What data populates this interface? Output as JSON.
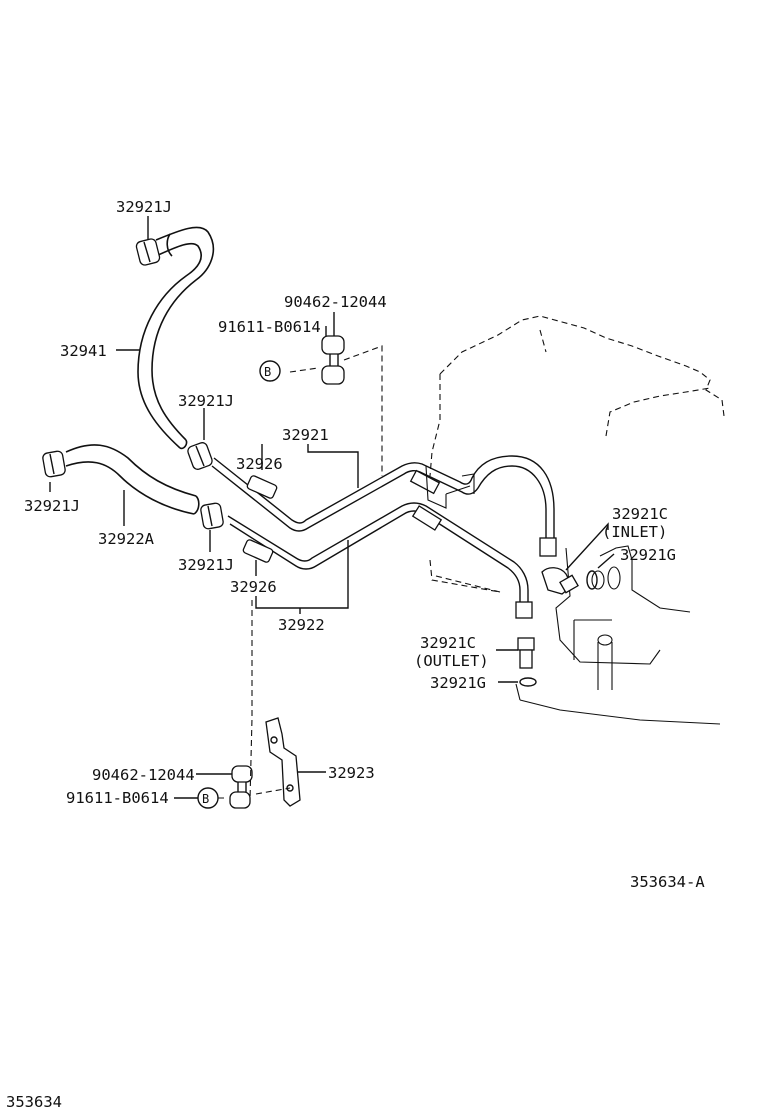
{
  "diagram_code": "353634-A",
  "page_code": "353634",
  "labels": {
    "j_top": "32921J",
    "hose_32941": "32941",
    "j_mid": "32921J",
    "j_left": "32921J",
    "hose_32922a": "32922A",
    "j_lower": "32921J",
    "pipe_32921": "32921",
    "sleeve_upper": "32926",
    "sleeve_lower": "32926",
    "pipe_32922": "32922",
    "clamp_top": "90462-12044",
    "bolt_top": "91611-B0614",
    "marker_top": "B",
    "connector_inlet": "32921C",
    "connector_inlet_note": "(INLET)",
    "gasket_inlet": "32921G",
    "connector_outlet": "32921C",
    "connector_outlet_note": "(OUTLET)",
    "gasket_outlet": "32921G",
    "clamp_bottom": "90462-12044",
    "bolt_bottom": "91611-B0614",
    "marker_bottom": "B",
    "bracket": "32923"
  }
}
